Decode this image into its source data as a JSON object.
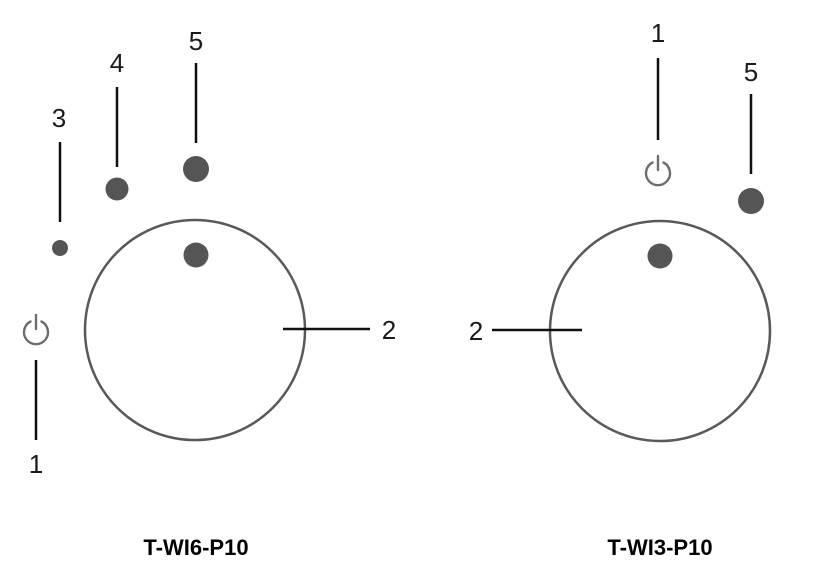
{
  "colors": {
    "dial_outline": "#595959",
    "indicator_dot": "#555555",
    "power_icon": "#6d6d6d",
    "leader_line": "#111111",
    "text": "#1a1a1a"
  },
  "icons": [
    "power-icon",
    "indicator-dot"
  ],
  "left_panel": {
    "model": "T-WI6-P10",
    "callouts": {
      "power": "1",
      "dial": "2",
      "small_led": "3",
      "medium_led": "4",
      "large_led": "5"
    }
  },
  "right_panel": {
    "model": "T-WI3-P10",
    "callouts": {
      "power": "1",
      "dial": "2",
      "large_led": "5"
    }
  }
}
